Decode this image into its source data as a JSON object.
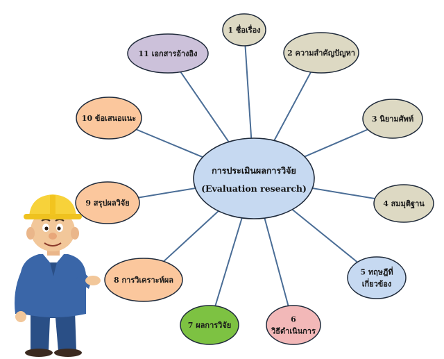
{
  "center": {
    "line1": "การประเมินผลการวิจัย",
    "line2": "(Evaluation research)",
    "color": "#c6d9f1"
  },
  "nodes": [
    {
      "id": "n1",
      "lines": [
        "1 ชื่อเรื่อง"
      ],
      "color": "#ddd9c3"
    },
    {
      "id": "n2",
      "lines": [
        "2 ความสำคัญปัญหา"
      ],
      "color": "#ddd9c3"
    },
    {
      "id": "n3",
      "lines": [
        "3 นิยามศัพท์"
      ],
      "color": "#ddd9c3"
    },
    {
      "id": "n4",
      "lines": [
        "4 สมมุติฐาน"
      ],
      "color": "#ddd9c3"
    },
    {
      "id": "n5",
      "lines": [
        "5 ทฤษฎีที่",
        "เกี่ยวข้อง"
      ],
      "color": "#c6d9f1"
    },
    {
      "id": "n6",
      "lines": [
        "6",
        "วิธีดำเนินการ"
      ],
      "color": "#f2b8b8"
    },
    {
      "id": "n7",
      "lines": [
        "7 ผลการวิจัย"
      ],
      "color": "#7dc242"
    },
    {
      "id": "n8",
      "lines": [
        "8 การวิเคราะห์ผล"
      ],
      "color": "#fbc79d"
    },
    {
      "id": "n9",
      "lines": [
        "9 สรุปผลวิจัย"
      ],
      "color": "#fbc79d"
    },
    {
      "id": "n10",
      "lines": [
        "10 ข้อเสนอแนะ"
      ],
      "color": "#fbc79d"
    },
    {
      "id": "n11",
      "lines": [
        "11 เอกสารอ้างอิง"
      ],
      "color": "#ccc1da"
    }
  ],
  "line_color": "#4a6d96",
  "icons": {
    "mascot": "worker-hardhat-mascot"
  }
}
